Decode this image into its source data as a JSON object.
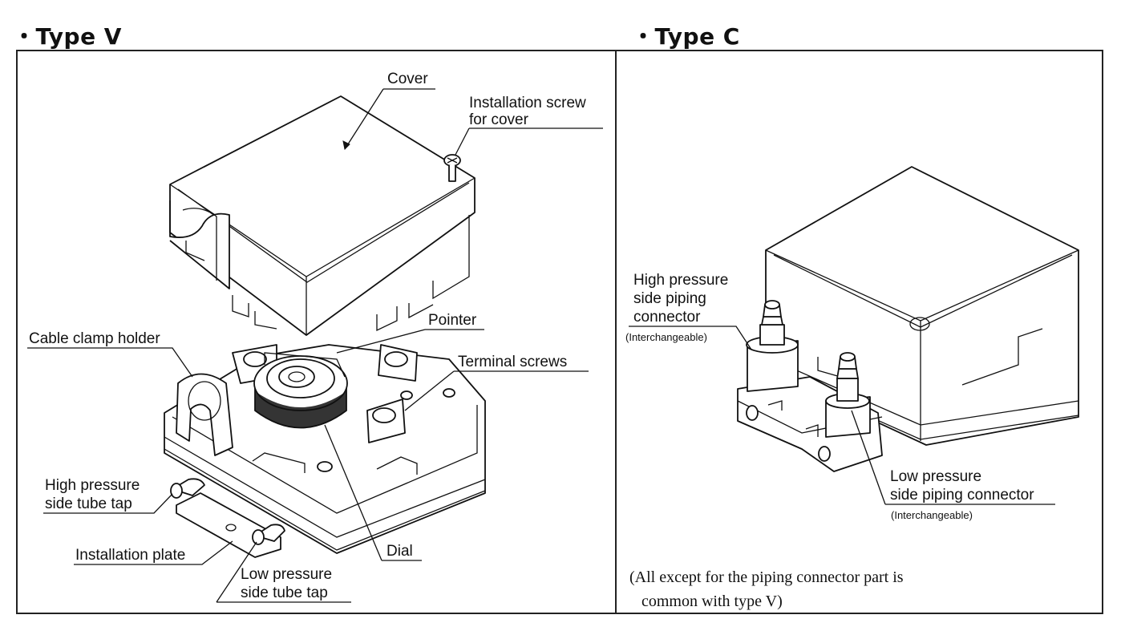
{
  "panels": {
    "type_v": {
      "title": "・Type V",
      "labels": {
        "cover": "Cover",
        "screw_line1": "Installation screw",
        "screw_line2": "for cover",
        "pointer": "Pointer",
        "cable_clamp": "Cable clamp holder",
        "terminal_screws": "Terminal screws",
        "high_tap_line1": "High pressure",
        "high_tap_line2": "side tube tap",
        "dial": "Dial",
        "install_plate": "Installation plate",
        "low_tap_line1": "Low pressure",
        "low_tap_line2": "side tube tap"
      }
    },
    "type_c": {
      "title": "・Type C",
      "labels": {
        "high_conn_line1": "High pressure",
        "high_conn_line2": "side piping",
        "high_conn_line3": "connector",
        "high_conn_note": "(Interchangeable)",
        "low_conn_line1": "Low pressure",
        "low_conn_line2": "side piping connector",
        "low_conn_note": "(Interchangeable)"
      },
      "note_line1": "(All except for the piping connector part is",
      "note_line2": "common with type V)"
    }
  }
}
